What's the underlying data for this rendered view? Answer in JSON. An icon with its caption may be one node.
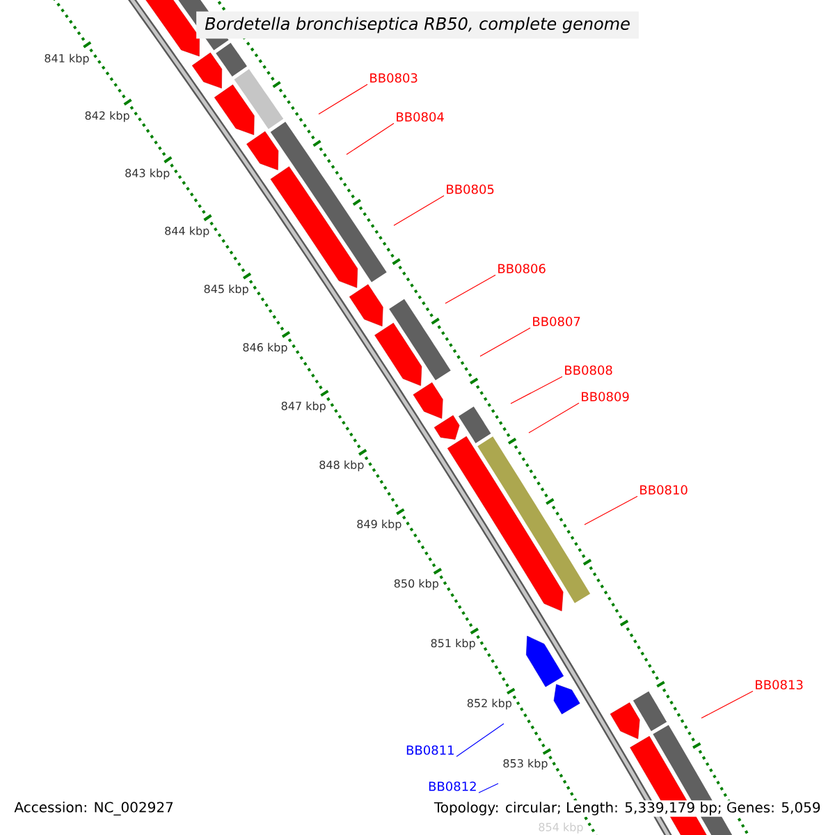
{
  "diagram": {
    "title": "Bordetella bronchiseptica RB50, complete genome",
    "nodes": [
      {
        "text": [
          "BB0803"
        ]
      },
      {
        "text": [
          "BB0804"
        ]
      },
      {
        "text": [
          "BB0805"
        ]
      },
      {
        "text": [
          "BB0806"
        ]
      },
      {
        "text": [
          "BB0807"
        ]
      },
      {
        "text": [
          "BB0808"
        ]
      },
      {
        "text": [
          "BB0809"
        ]
      },
      {
        "text": [
          "BB0810"
        ]
      },
      {
        "text": [
          "BB0813"
        ]
      },
      {
        "text": [
          "BB0811"
        ]
      },
      {
        "text": [
          "BB0812"
        ]
      }
    ],
    "edges": [
      {
        "from": 0,
        "to": null,
        "arrow": "none"
      },
      {
        "from": 1,
        "to": null,
        "arrow": "none"
      },
      {
        "from": 2,
        "to": null,
        "arrow": "none"
      },
      {
        "from": 3,
        "to": null,
        "arrow": "none"
      },
      {
        "from": 4,
        "to": null,
        "arrow": "none"
      },
      {
        "from": 5,
        "to": null,
        "arrow": "none"
      },
      {
        "from": 6,
        "to": null,
        "arrow": "none"
      },
      {
        "from": 7,
        "to": null,
        "arrow": "none"
      },
      {
        "from": 8,
        "to": null,
        "arrow": "none"
      },
      {
        "from": 9,
        "to": null,
        "arrow": "none",
        "color": "#0000ff"
      },
      {
        "from": 10,
        "to": null,
        "arrow": "none",
        "color": "#0000ff"
      }
    ],
    "labels": [
      "841 kbp",
      "842 kbp",
      "843 kbp",
      "844 kbp",
      "845 kbp",
      "846 kbp",
      "847 kbp",
      "848 kbp",
      "849 kbp",
      "850 kbp",
      "851 kbp",
      "852 kbp",
      "853 kbp",
      "854 kbp",
      "Accession: NC_002927",
      "Topology: circular; Length: 5,339,179 bp; Genes: 5,059"
    ]
  }
}
